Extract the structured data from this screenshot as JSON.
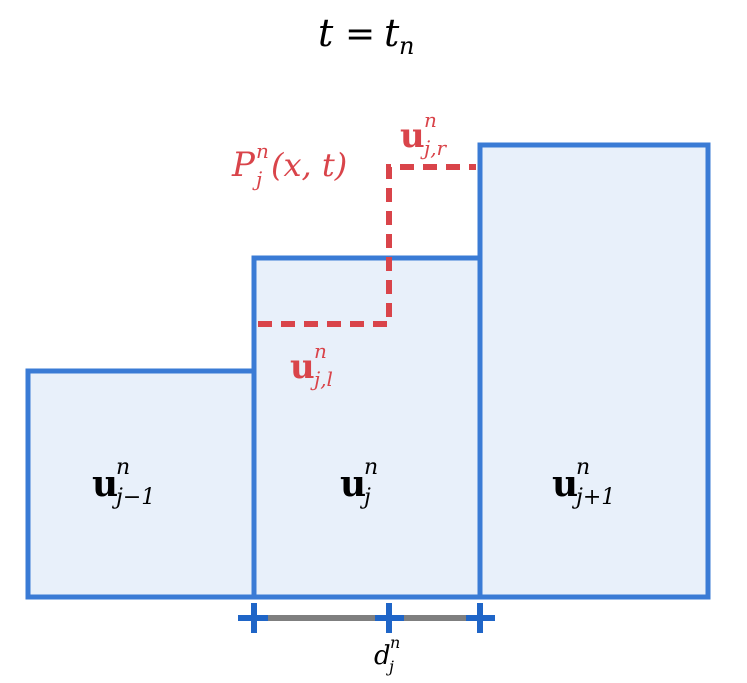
{
  "title": {
    "lhs": "t",
    "equals": "=",
    "rhs_base": "t",
    "rhs_sub": "n"
  },
  "cells": [
    {
      "id": "left",
      "base": "u",
      "sup": "n",
      "sub": "j−1"
    },
    {
      "id": "center",
      "base": "u",
      "sup": "n",
      "sub": "j"
    },
    {
      "id": "right",
      "base": "u",
      "sup": "n",
      "sub": "j+1"
    }
  ],
  "reconstruction": {
    "poly_base": "P",
    "poly_sup": "n",
    "poly_sub": "j",
    "poly_args": "(x, t)",
    "left_state": {
      "base": "u",
      "sup": "n",
      "sub": "j,l"
    },
    "right_state": {
      "base": "u",
      "sup": "n",
      "sub": "j,r"
    }
  },
  "interval": {
    "base": "d",
    "sup": "n",
    "sub": "j"
  },
  "colors": {
    "cell_stroke": "#3a7bd5",
    "cell_fill": "#e8f0fa",
    "poly": "#d9444a",
    "interval_line": "#7f7f7f",
    "tick": "#1f65c7",
    "text": "#000000"
  }
}
